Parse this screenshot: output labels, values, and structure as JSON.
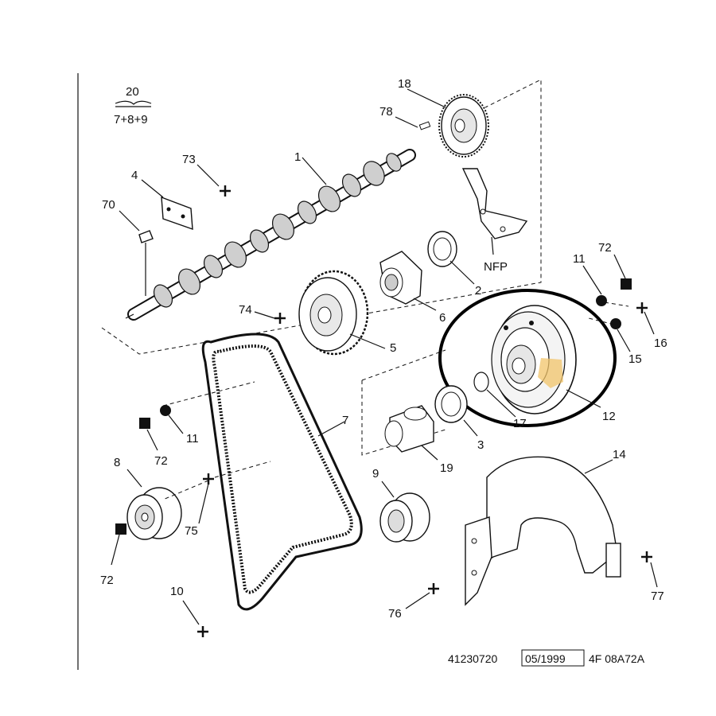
{
  "labels": {
    "p20": "20",
    "p20_sub": "7+8+9",
    "p18": "18",
    "p78": "78",
    "p1": "1",
    "p73": "73",
    "p4": "4",
    "p70": "70",
    "p2": "2",
    "pNFP": "NFP",
    "p74": "74",
    "p6": "6",
    "p5": "5",
    "p11a": "11",
    "p72a": "72",
    "p16": "16",
    "p15": "15",
    "p12": "12",
    "p17": "17",
    "p7": "7",
    "p3": "3",
    "p19": "19",
    "p11b": "11",
    "p72b": "72",
    "p8": "8",
    "p75": "75",
    "p9": "9",
    "p14": "14",
    "p72c": "72",
    "p10": "10",
    "p76": "76",
    "p77": "77"
  },
  "footer": {
    "ref": "41230720",
    "date": "05/1999",
    "code": "4F 08A72A"
  },
  "colors": {
    "ink": "#111111",
    "highlight_circle": "#000000",
    "highlight_fill": "#f2c46a"
  }
}
